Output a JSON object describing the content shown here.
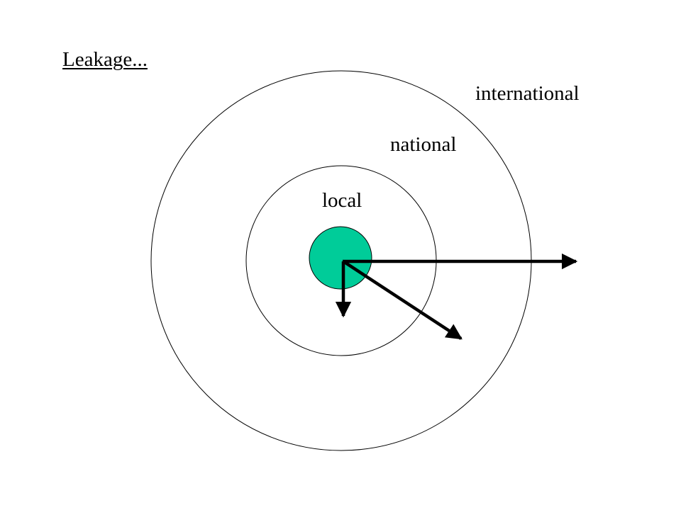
{
  "title": "Leakage...",
  "labels": {
    "local": "local",
    "national": "national",
    "international": "international"
  },
  "colors": {
    "core": "#00cc99",
    "stroke": "#000000",
    "background": "#ffffff"
  }
}
